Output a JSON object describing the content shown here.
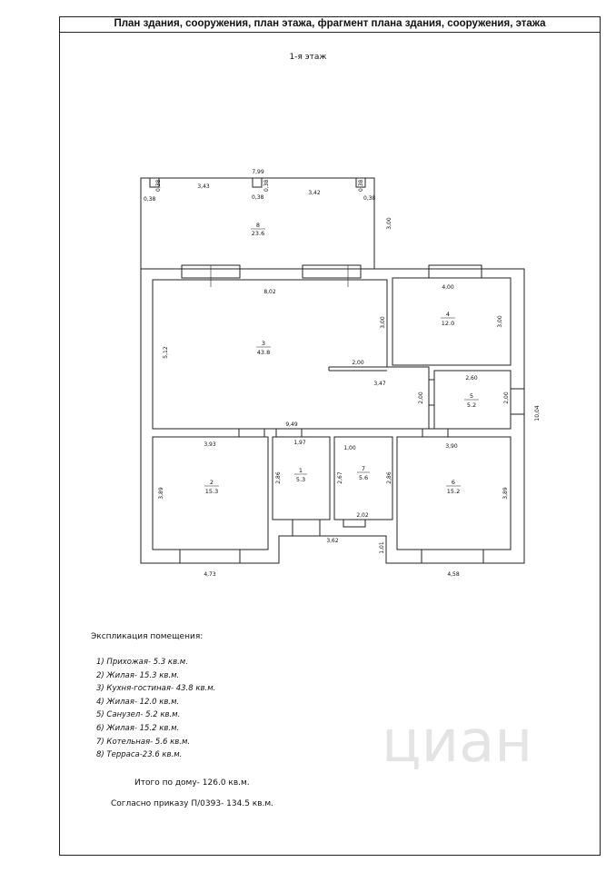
{
  "header": {
    "title": "План здания, сооружения, план этажа, фрагмент плана здания, сооружения, этажа"
  },
  "floor": {
    "label": "1-я этаж"
  },
  "plan": {
    "dimensions": {
      "terrace_total": "7,99",
      "col_a": "0,38",
      "col_b": "0,38",
      "col_c": "0,38",
      "col_d": "0,38",
      "col_e": "0,38",
      "col_f": "0,38",
      "terrace_left": "3,43",
      "terrace_right": "3,42",
      "terrace_depth": "3,00",
      "kitchen_width": "8,02",
      "kitchen_height": "5,12",
      "kitchen_inner": "3,00",
      "kitchen_step": "2,00",
      "kitchen_step2": "3,47",
      "kitchen_step3": "2,00",
      "room4_width": "4,00",
      "room4_height": "3,00",
      "room5_width": "2,60",
      "room5_height": "2,00",
      "house_width_mid": "9,49",
      "house_height": "10,04",
      "room2_width": "3,93",
      "room2_height": "3,89",
      "room1_width": "1,97",
      "room1_height": "2,86",
      "room7_width": "1,00",
      "room7_left": "2,67",
      "room7_right": "2,86",
      "room7_bottom": "2,02",
      "room6_width": "3,90",
      "room6_height": "3,89",
      "entry_width": "3,62",
      "entry_depth": "1,01",
      "bottom_left": "4,73",
      "bottom_right": "4,58"
    },
    "rooms": [
      {
        "num": "8",
        "area": "23.6"
      },
      {
        "num": "3",
        "area": "43.8"
      },
      {
        "num": "4",
        "area": "12.0"
      },
      {
        "num": "5",
        "area": "5.2"
      },
      {
        "num": "2",
        "area": "15.3"
      },
      {
        "num": "1",
        "area": "5.3"
      },
      {
        "num": "7",
        "area": "5.6"
      },
      {
        "num": "6",
        "area": "15.2"
      }
    ]
  },
  "explication": {
    "title": "Экспликация помещения:",
    "items": [
      "1) Прихожая- 5.3 кв.м.",
      "2) Жилая- 15.3 кв.м.",
      "3) Кухня-гостиная- 43.8 кв.м.",
      "4) Жилая- 12.0 кв.м.",
      "5) Санузел- 5.2 кв.м.",
      "6) Жилая- 15.2 кв.м.",
      "7) Котельная- 5.6 кв.м.",
      "8) Терраса-23.6 кв.м."
    ],
    "total": "Итого по дому- 126.0 кв.м.",
    "order": "Согласно приказу П/0393- 134.5 кв.м."
  },
  "watermark": {
    "text": "циан"
  }
}
